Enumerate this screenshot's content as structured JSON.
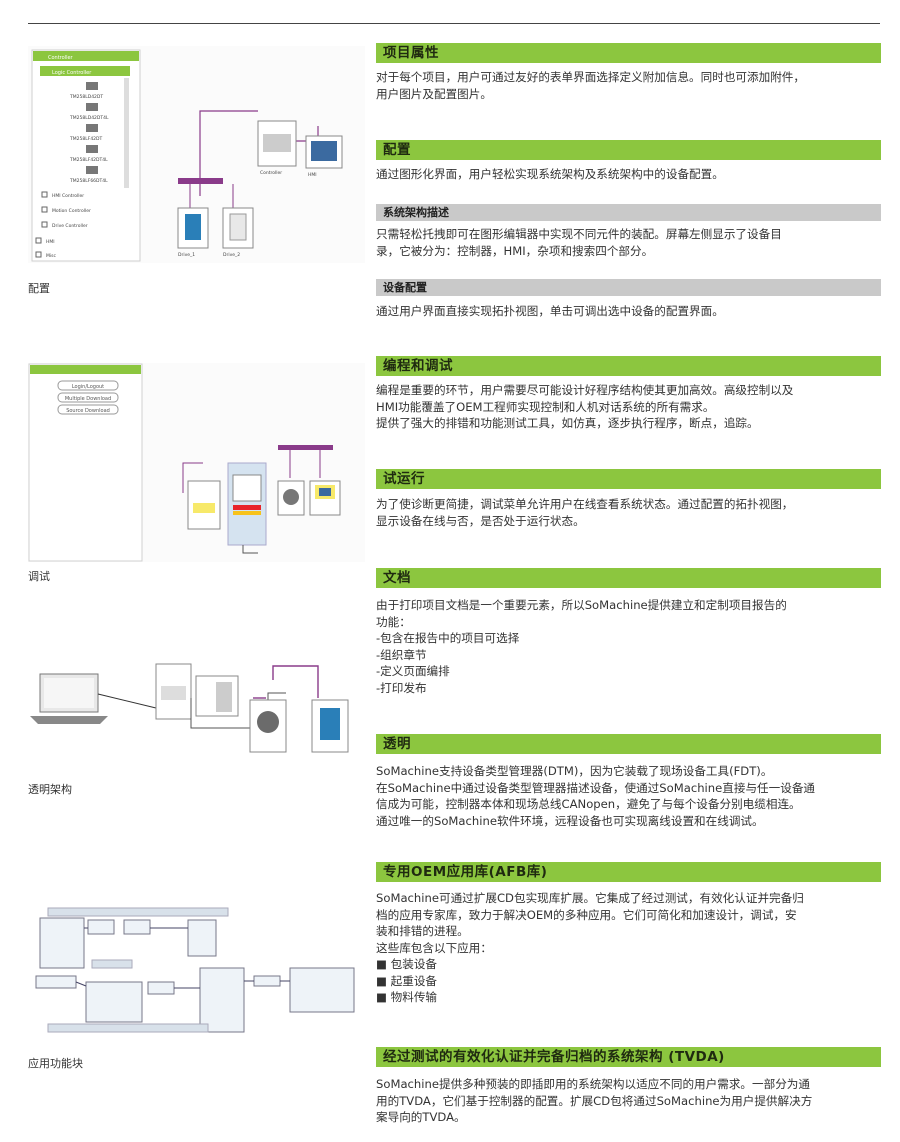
{
  "captions": {
    "config": "配置",
    "debug": "调试",
    "transparent": "透明架构",
    "afb": "应用功能块"
  },
  "sections": {
    "project": {
      "title": "项目属性",
      "lines": [
        "对于每个项目，用户可通过友好的表单界面选择定义附加信息。同时也可添加附件，",
        "用户图片及配置图片。"
      ]
    },
    "config": {
      "title": "配置",
      "lines": [
        "通过图形化界面，用户轻松实现系统架构及系统架构中的设备配置。"
      ]
    },
    "arch_desc": {
      "title": "系统架构描述",
      "lines": [
        "只需轻松托拽即可在图形编辑器中实现不同元件的装配。屏幕左侧显示了设备目",
        "录，它被分为：控制器，HMI，杂项和搜索四个部分。"
      ]
    },
    "device_config": {
      "title": "设备配置",
      "lines": [
        "通过用户界面直接实现拓扑视图，单击可调出选中设备的配置界面。"
      ]
    },
    "programming": {
      "title": "编程和调试",
      "lines": [
        "编程是重要的环节，用户需要尽可能设计好程序结构使其更加高效。高级控制以及",
        "HMI功能覆盖了OEM工程师实现控制和人机对话系统的所有需求。",
        "提供了强大的排错和功能测试工具，如仿真，逐步执行程序，断点，追踪。"
      ]
    },
    "commissioning": {
      "title": "试运行",
      "lines": [
        "为了使诊断更简捷，调试菜单允许用户在线查看系统状态。通过配置的拓扑视图，",
        "显示设备在线与否，是否处于运行状态。"
      ]
    },
    "docs": {
      "title": "文档",
      "lines": [
        "由于打印项目文档是一个重要元素，所以SoMachine提供建立和定制项目报告的",
        "功能：",
        "-包含在报告中的项目可选择",
        "-组织章节",
        "-定义页面编排",
        "-打印发布"
      ]
    },
    "transparent": {
      "title": "透明",
      "lines": [
        "SoMachine支持设备类型管理器(DTM)，因为它装载了现场设备工具(FDT)。",
        "在SoMachine中通过设备类型管理器描述设备，使通过SoMachine直接与任一设备通",
        "信成为可能，控制器本体和现场总线CANopen，避免了与每个设备分别电缆相连。",
        "通过唯一的SoMachine软件环境，远程设备也可实现离线设置和在线调试。"
      ]
    },
    "afb": {
      "title": "专用OEM应用库(AFB库)",
      "lines": [
        "SoMachine可通过扩展CD包实现库扩展。它集成了经过测试，有效化认证并完备归",
        "档的应用专家库，致力于解决OEM的多种应用。它们可简化和加速设计，调试，安",
        "装和排错的进程。",
        "这些库包含以下应用：",
        "■ 包装设备",
        "■ 起重设备",
        "■ 物料传输"
      ]
    },
    "tvda": {
      "title": "经过测试的有效化认证并完备归档的系统架构 (TVDA)",
      "lines": [
        "SoMachine提供多种预装的即插即用的系统架构以适应不同的用户需求。一部分为通",
        "用的TVDA，它们基于控制器的配置。扩展CD包将通过SoMachine为用户提供解决方",
        "案导向的TVDA。"
      ]
    }
  },
  "fig_config": {
    "tree": [
      "Controller",
      "Logic Controller",
      "TM258LD42DT",
      "TM258LD42DT4L",
      "TM258LF42DT",
      "TM258LF42DT4L",
      "TM258LF66DT4L",
      "HMI Controller",
      "Motion Controller",
      "Drive Controller",
      "HMI",
      "Misc"
    ],
    "devices": [
      "Controller",
      "HMI",
      "Drive_1",
      "Drive_2"
    ]
  },
  "fig_debug": {
    "buttons": [
      "Login/Logout",
      "Multiple Download",
      "Source Download"
    ]
  }
}
